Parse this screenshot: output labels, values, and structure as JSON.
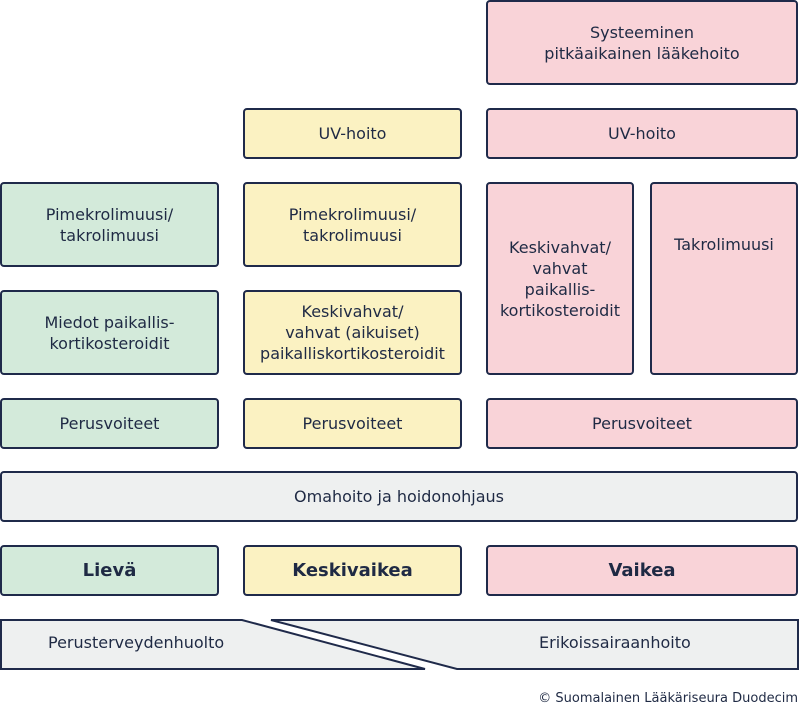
{
  "columns": {
    "mild": {
      "severity": "Lievä",
      "boxes": [
        "Pimekrolimuusi/\ntakrolimuusi",
        "Miedot paikallis-\nkortikosteroidit",
        "Perusvoiteet"
      ]
    },
    "moderate": {
      "severity": "Keskivaikea",
      "boxes": [
        "UV-hoito",
        "Pimekrolimuusi/\ntakrolimuusi",
        "Keskivahvat/\nvahvat (aikuiset)\npaikalliskortikosteroidit",
        "Perusvoiteet"
      ]
    },
    "severe": {
      "severity": "Vaikea",
      "boxes": [
        "Systeeminen\npitkäaikainen lääkehoito",
        "UV-hoito",
        "Keskivahvat/\nvahvat\npaikallis-\nkortikosteroidit",
        "Takrolimuusi",
        "Perusvoiteet"
      ]
    }
  },
  "self_care": "Omahoito ja hoidonohjaus",
  "care_levels": {
    "primary": "Perusterveydenhuolto",
    "specialist": "Erikoissairaanhoito"
  },
  "copyright": "© Suomalainen Lääkäriseura Duodecim",
  "colors": {
    "border": "#1f2a4a",
    "mild": "#d3eada",
    "moderate": "#fbf2c2",
    "severe": "#f9d3d8",
    "neutral": "#eef0f0"
  }
}
